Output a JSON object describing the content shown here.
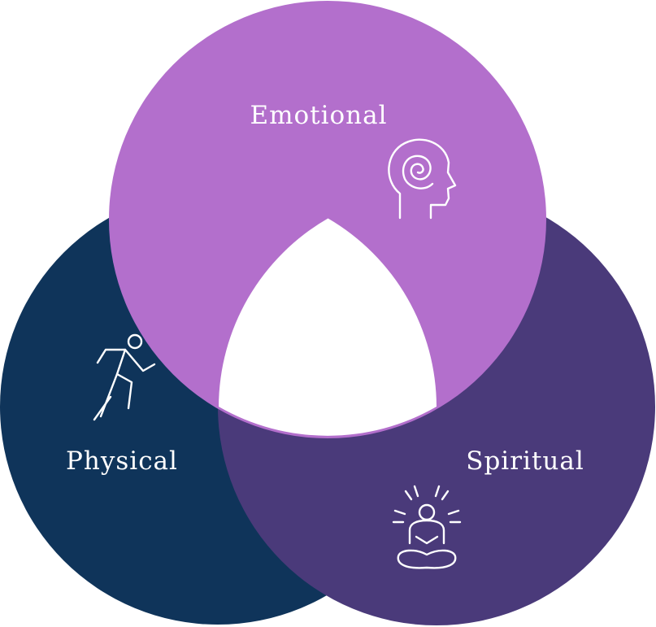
{
  "diagram": {
    "circles": [
      {
        "name": "emotional",
        "label": "Emotional",
        "color": "#b36fcc",
        "icon": "head-spiral-icon"
      },
      {
        "name": "physical",
        "label": "Physical",
        "color": "#0f345a",
        "icon": "running-person-icon"
      },
      {
        "name": "spiritual",
        "label": "Spiritual",
        "color": "#4a3a7a",
        "icon": "meditation-icon"
      }
    ],
    "center_color": "#ffffff"
  }
}
